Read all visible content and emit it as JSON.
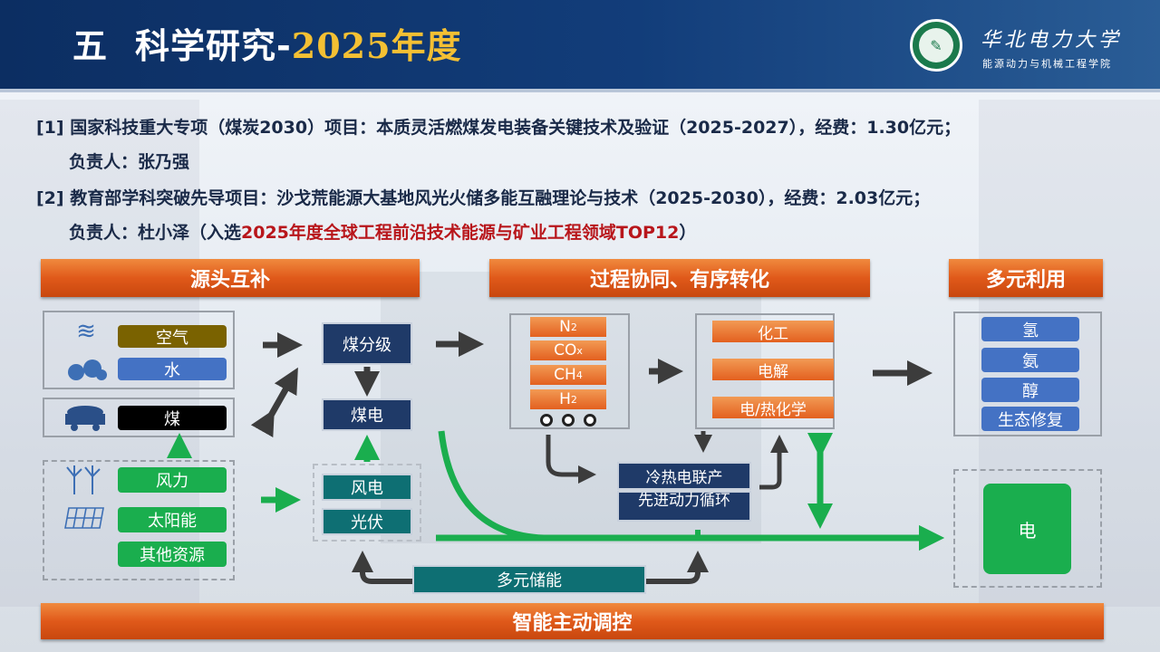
{
  "header": {
    "section_number": "五",
    "title": "科学研究-",
    "year": "2025年度",
    "university": "华北电力大学",
    "college": "能源动力与机械工程学院"
  },
  "projects": [
    {
      "line1": "[1] 国家科技重大专项（煤炭2030）项目：本质灵活燃煤发电装备关键技术及验证（2025-2027），经费：1.30亿元；",
      "line2": "负责人：张乃强"
    },
    {
      "line1": "[2] 教育部学科突破先导项目：沙戈荒能源大基地风光火储多能互融理论与技术（2025-2030），经费：2.03亿元；",
      "line2_prefix": "负责人：杜小泽（入选",
      "line2_highlight": "2025年度全球工程前沿技术能源与矿业工程领域TOP12",
      "line2_suffix": "）"
    }
  ],
  "headers": {
    "source": "源头互补",
    "process": "过程协同、有序转化",
    "utilization": "多元利用",
    "control": "智能主动调控"
  },
  "sources": {
    "air": "空气",
    "water": "水",
    "coal": "煤",
    "wind": "风力",
    "solar": "太阳能",
    "other": "其他资源"
  },
  "process_boxes": {
    "coal_grading": "煤分级",
    "coal_power": "煤电",
    "wind_power": "风电",
    "pv": "光伏",
    "cchp": "冷热电联产",
    "advanced_cycle": "先进动力循环",
    "storage": "多元储能"
  },
  "gases": [
    {
      "base": "N",
      "sub": "2"
    },
    {
      "base": "CO",
      "sub": "x"
    },
    {
      "base": "CH",
      "sub": "4"
    },
    {
      "base": "H",
      "sub": "2"
    }
  ],
  "conversions": [
    "化工",
    "电解",
    "电/热化学"
  ],
  "outputs": [
    "氢",
    "氨",
    "醇",
    "生态修复"
  ],
  "electricity": "电",
  "colors": {
    "header_navy": "#0c2e62",
    "accent_orange": "#e0591a",
    "highlight_red": "#b8161b",
    "green": "#1aae4e",
    "navy_box": "#1f3a68",
    "teal_box": "#0e6f73",
    "blue_pill": "#4472c4",
    "air_pill": "#7a6200",
    "coal_pill": "#000000"
  }
}
